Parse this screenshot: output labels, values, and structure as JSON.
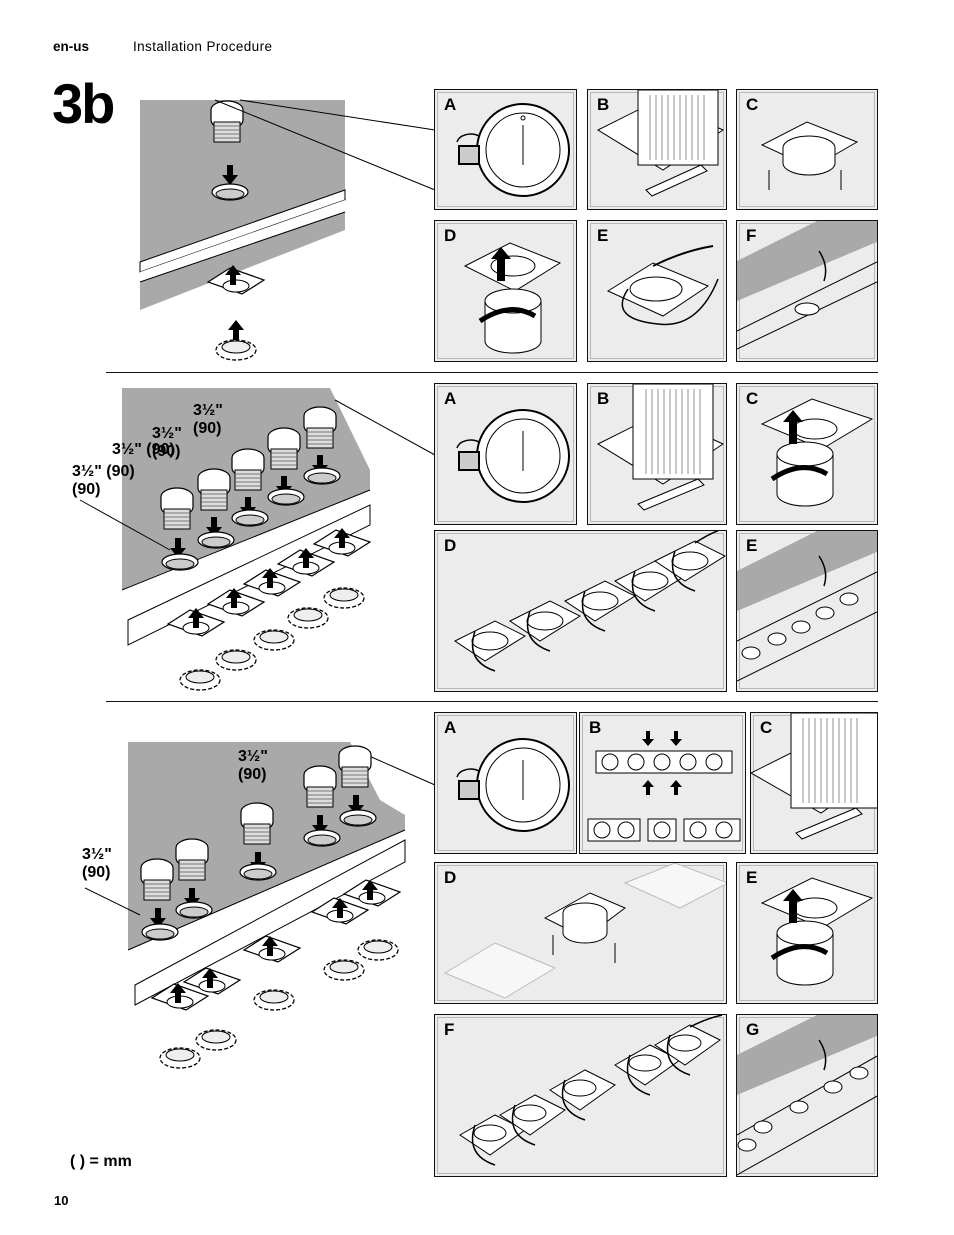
{
  "header": {
    "language": "en-us",
    "section": "Installation Procedure"
  },
  "step": "3b",
  "dimension_label": "3½\"",
  "dimension_metric": "(90)",
  "legend": "( ) = mm",
  "page_number": "10",
  "rows": [
    {
      "panels": [
        "A",
        "B",
        "C",
        "D",
        "E",
        "F"
      ]
    },
    {
      "panels": [
        "A",
        "B",
        "C",
        "D",
        "E"
      ]
    },
    {
      "panels": [
        "A",
        "B",
        "C",
        "D",
        "E",
        "F",
        "G"
      ]
    }
  ]
}
